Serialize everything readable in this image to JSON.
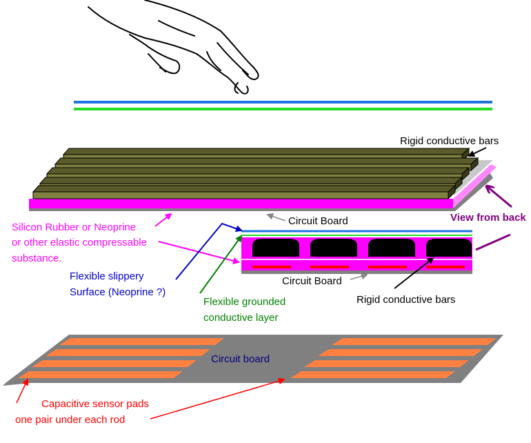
{
  "labels": {
    "rigid_bars_top": "Rigid conductive bars",
    "view_from_back": "View from back",
    "circuit_board_middle": "Circuit Board",
    "silicon_rubber": [
      "Silicon Rubber or Neoprine",
      "or other elastic compressable",
      "substance."
    ],
    "flexible_slippery": [
      "Flexible slippery",
      "Surface (Neoprine ?)"
    ],
    "circuit_board_lower": "Circuit Board",
    "rigid_bars_bottom": "Rigid conductive bars",
    "flexible_grounded": [
      "Flexible grounded",
      "conductive layer"
    ],
    "circuit_board_pad": "Circuit board",
    "capacitive_pads": [
      "Capacitive sensor pads",
      "one  pair under each rod"
    ]
  },
  "colors": {
    "magenta": "#ff00ff",
    "olive_bar": "#808040",
    "gray_board": "#808080",
    "blue_line": "#1e73e0",
    "green_line": "#22dd22",
    "orange_pad": "#ff8040",
    "red_strip": "#ff0000",
    "purple_label": "#800080",
    "dark_blue_label": "#000080",
    "green_label": "#008000",
    "red_label": "#ff0000"
  },
  "icons": [
    "hand-icon"
  ]
}
